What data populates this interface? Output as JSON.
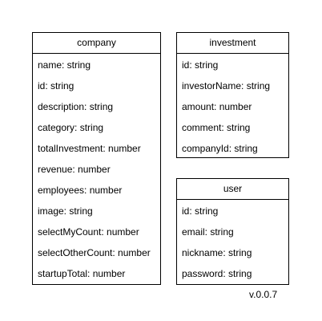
{
  "entities": {
    "company": {
      "title": "company",
      "fields": [
        "name: string",
        "id: string",
        "description: string",
        "category: string",
        "totalInvestment: number",
        "revenue: number",
        "employees: number",
        "image: string",
        "selectMyCount: number",
        "selectOtherCount: number",
        "startupTotal: number"
      ]
    },
    "investment": {
      "title": "investment",
      "fields": [
        "id: string",
        "investorName: string",
        "amount: number",
        "comment: string",
        "companyId: string"
      ]
    },
    "user": {
      "title": "user",
      "fields": [
        "id: string",
        "email: string",
        "nickname: string",
        "password: string"
      ]
    }
  },
  "version": "v.0.0.7"
}
